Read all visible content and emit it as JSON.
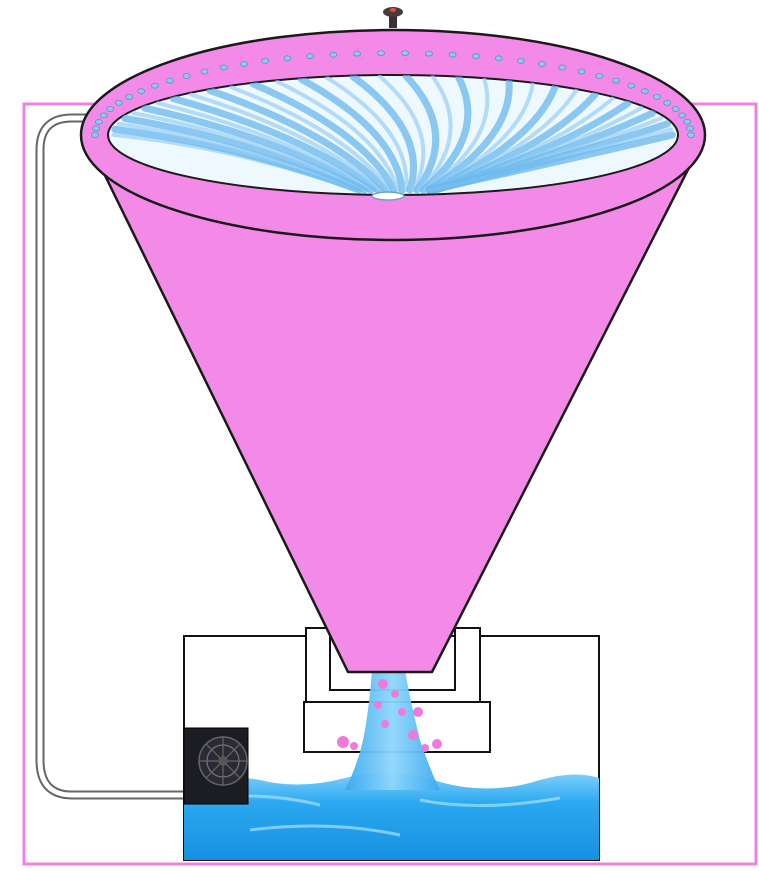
{
  "diagram": {
    "components": [
      {
        "id": "frame",
        "icon": "frame-outline"
      },
      {
        "id": "funnel",
        "icon": "cone-funnel"
      },
      {
        "id": "spray-ring",
        "icon": "spray-nozzle-ring"
      },
      {
        "id": "top-valve",
        "icon": "valve-knob"
      },
      {
        "id": "drain-hole",
        "icon": "drain-hole"
      },
      {
        "id": "tank",
        "icon": "water-tank"
      },
      {
        "id": "sieve-tray",
        "icon": "sieve-tray"
      },
      {
        "id": "pump",
        "icon": "pump-fan"
      },
      {
        "id": "hose",
        "icon": "hose-pipe"
      },
      {
        "id": "water-stream",
        "icon": "water-stream"
      },
      {
        "id": "particles",
        "icon": "pink-particles"
      }
    ],
    "colors": {
      "frame": "#f080e0",
      "funnel": "#f48ae8",
      "funnel_stroke": "#1a1a1a",
      "water": "#2aa8f0",
      "water_light": "#7fd0fb",
      "spray": "#68b8ee",
      "pump": "#1c1c24",
      "particles": "#f07ad8",
      "hose": "#777777"
    }
  }
}
